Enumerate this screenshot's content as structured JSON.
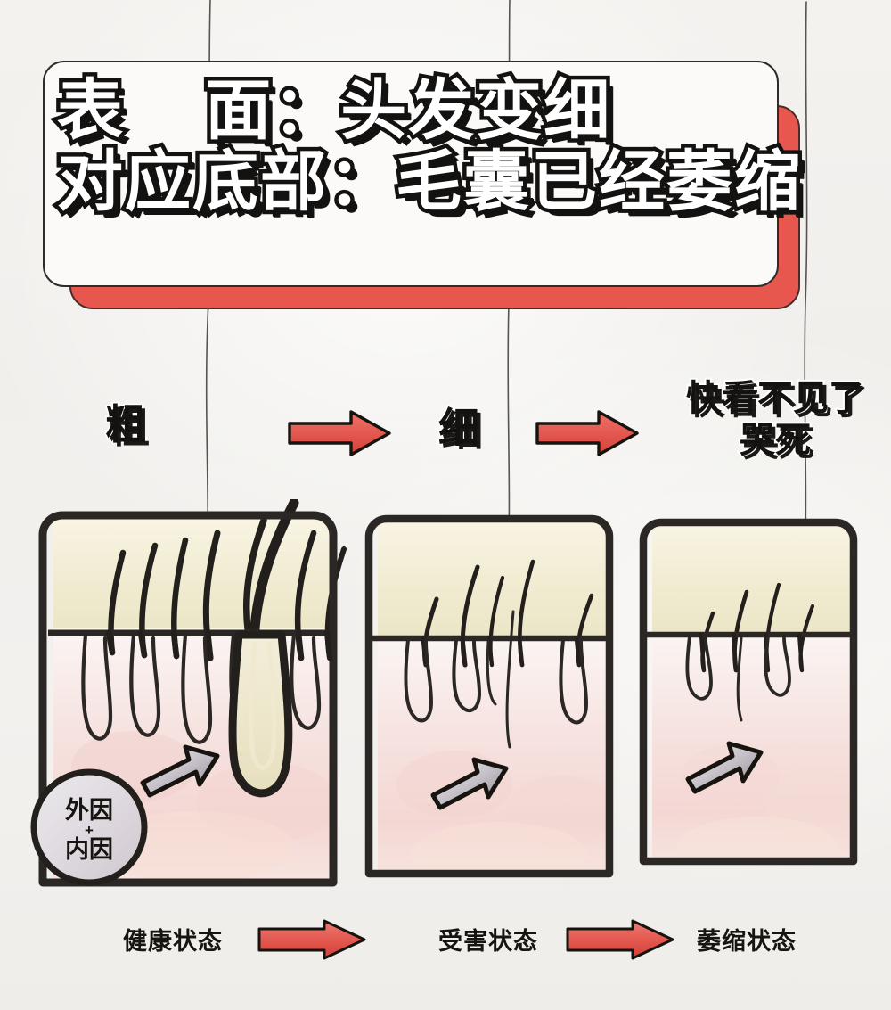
{
  "title_card": {
    "line1": "表    面：头发变细",
    "line2": "对应底部：毛囊已经萎缩",
    "card_bg": "#FBFAF8",
    "shadow_card_color": "#E8574E",
    "text_fill": "#FFFFFF",
    "text_stroke": "#131211"
  },
  "thickness_row": {
    "label_thick": "粗",
    "label_thin": "细",
    "shout_line1": "快看不见了",
    "shout_line2": "哭死",
    "arrow_color": "#E2564E",
    "arrow_outline": "#17140f"
  },
  "panels": [
    {
      "id": "healthy",
      "caption": "健康状态",
      "badge_line1": "外因",
      "badge_plus": "+",
      "badge_line2": "内因",
      "epidermis_color": "#F3EFD9",
      "dermis_color": "#F6DEDC",
      "outline_color": "#2b2724",
      "hair_count": 8,
      "follicle_state": "deep-thick-bulb"
    },
    {
      "id": "damaged",
      "caption": "受害状态",
      "epidermis_color": "#F3EFD9",
      "dermis_color": "#F6DEDC",
      "outline_color": "#2b2724",
      "hair_count": 5,
      "follicle_state": "shallow-thin"
    },
    {
      "id": "atrophied",
      "caption": "萎缩状态",
      "epidermis_color": "#F3EFD9",
      "dermis_color": "#F6DEDC",
      "outline_color": "#2b2724",
      "hair_count": 4,
      "follicle_state": "very-shallow-sparse"
    }
  ],
  "caption_row": {
    "cap1": "健康状态",
    "cap2": "受害状态",
    "cap3": "萎缩状态",
    "arrow_color": "#E2564E"
  },
  "gray_arrow": {
    "fill_light": "#f2f0f2",
    "fill_dark": "#8e8894",
    "outline": "#17140f"
  },
  "background": {
    "color": "#F2F0ED",
    "stray_hair_color": "#3a3836"
  }
}
